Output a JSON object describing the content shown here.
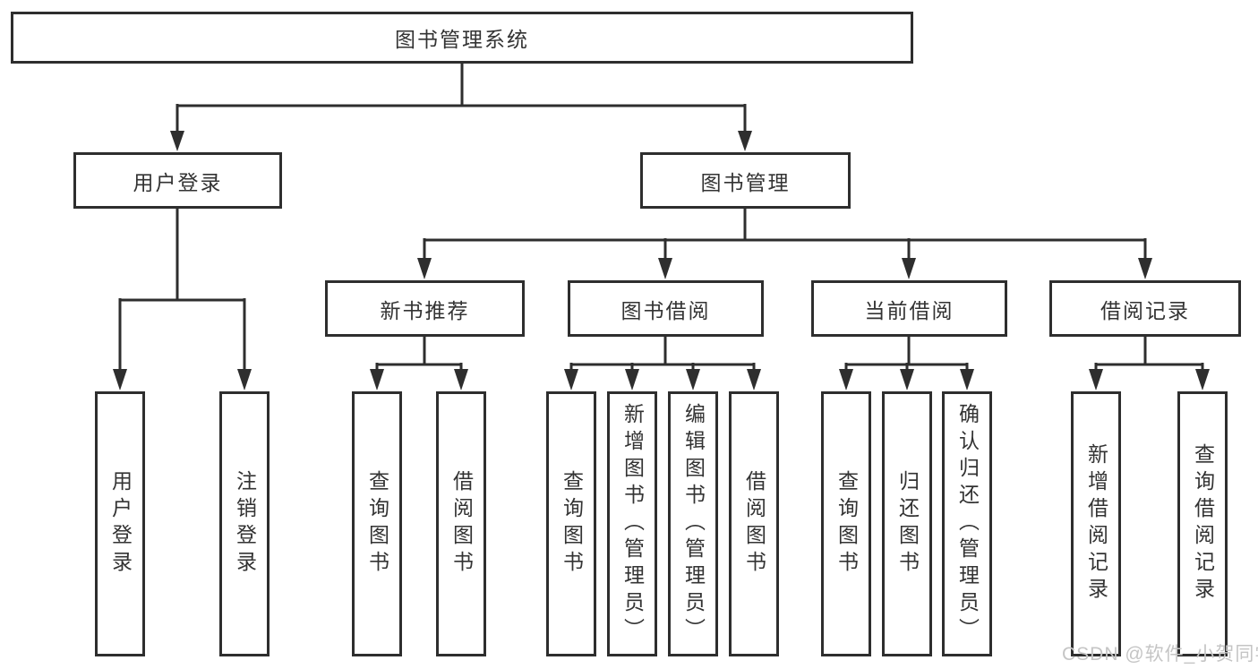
{
  "diagram": {
    "type": "hierarchy-tree",
    "background": "#ffffff",
    "line_color": "#2e2e2e",
    "text_color": "#333333",
    "watermark": {
      "text": "CSDN @软件_小贺同学",
      "color": "#c5c5c5"
    },
    "tree": {
      "root": {
        "label": "图书管理系统",
        "children": [
          {
            "label": "用户登录",
            "children": [
              {
                "label": "用户登录"
              },
              {
                "label": "注销登录"
              }
            ]
          },
          {
            "label": "图书管理",
            "children": [
              {
                "label": "新书推荐",
                "children": [
                  {
                    "label": "查询图书"
                  },
                  {
                    "label": "借阅图书"
                  }
                ]
              },
              {
                "label": "图书借阅",
                "children": [
                  {
                    "label": "查询图书"
                  },
                  {
                    "label": "新增图书（管理员）"
                  },
                  {
                    "label": "编辑图书（管理员）"
                  },
                  {
                    "label": "借阅图书"
                  }
                ]
              },
              {
                "label": "当前借阅",
                "children": [
                  {
                    "label": "查询图书"
                  },
                  {
                    "label": "归还图书"
                  },
                  {
                    "label": "确认归还（管理员）"
                  }
                ]
              },
              {
                "label": "借阅记录",
                "children": [
                  {
                    "label": "新增借阅记录"
                  },
                  {
                    "label": "查询借阅记录"
                  }
                ]
              }
            ]
          }
        ]
      }
    }
  }
}
